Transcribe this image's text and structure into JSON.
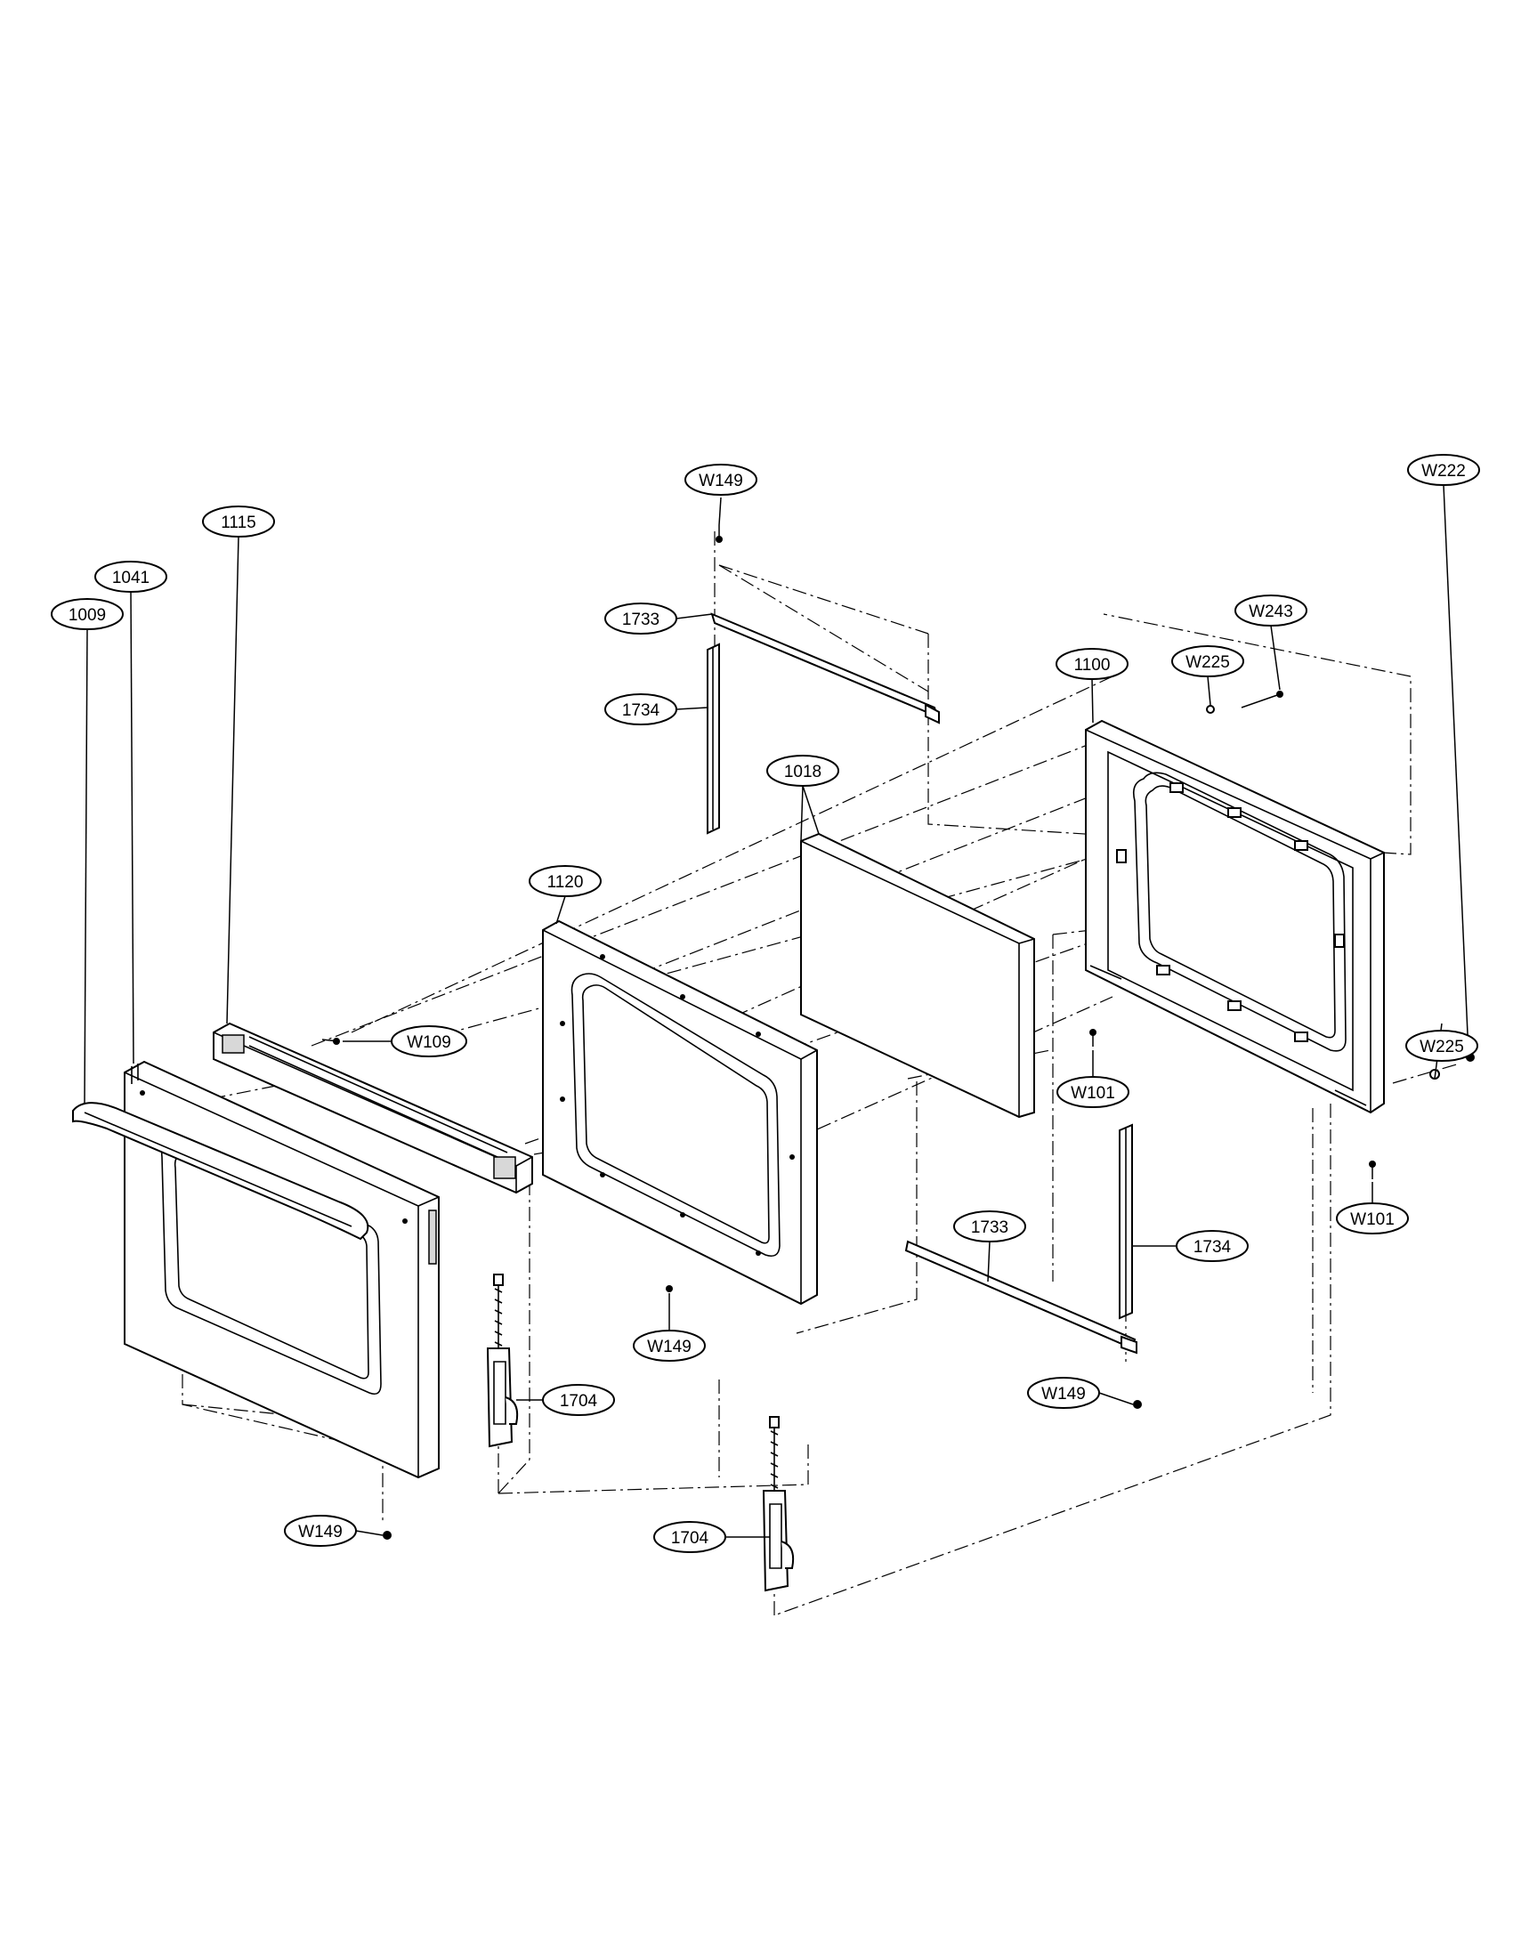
{
  "diagram": {
    "callouts": [
      {
        "id": "w149-top",
        "text": "W149"
      },
      {
        "id": "1733-top",
        "text": "1733"
      },
      {
        "id": "1734-top",
        "text": "1734"
      },
      {
        "id": "1018",
        "text": "1018"
      },
      {
        "id": "1100",
        "text": "1100"
      },
      {
        "id": "w225-top",
        "text": "W225"
      },
      {
        "id": "w243",
        "text": "W243"
      },
      {
        "id": "w222",
        "text": "W222"
      },
      {
        "id": "w225-right",
        "text": "W225"
      },
      {
        "id": "w101-mid",
        "text": "W101"
      },
      {
        "id": "w101-right",
        "text": "W101"
      },
      {
        "id": "1120",
        "text": "1120"
      },
      {
        "id": "1115",
        "text": "1115"
      },
      {
        "id": "1041",
        "text": "1041"
      },
      {
        "id": "1009",
        "text": "1009"
      },
      {
        "id": "w109",
        "text": "W109"
      },
      {
        "id": "w149-mid",
        "text": "W149"
      },
      {
        "id": "1733-bottom",
        "text": "1733"
      },
      {
        "id": "1734-bottom",
        "text": "1734"
      },
      {
        "id": "w149-right",
        "text": "W149"
      },
      {
        "id": "1704-left",
        "text": "1704"
      },
      {
        "id": "w149-bottom",
        "text": "W149"
      },
      {
        "id": "1704-bottom",
        "text": "1704"
      }
    ]
  }
}
